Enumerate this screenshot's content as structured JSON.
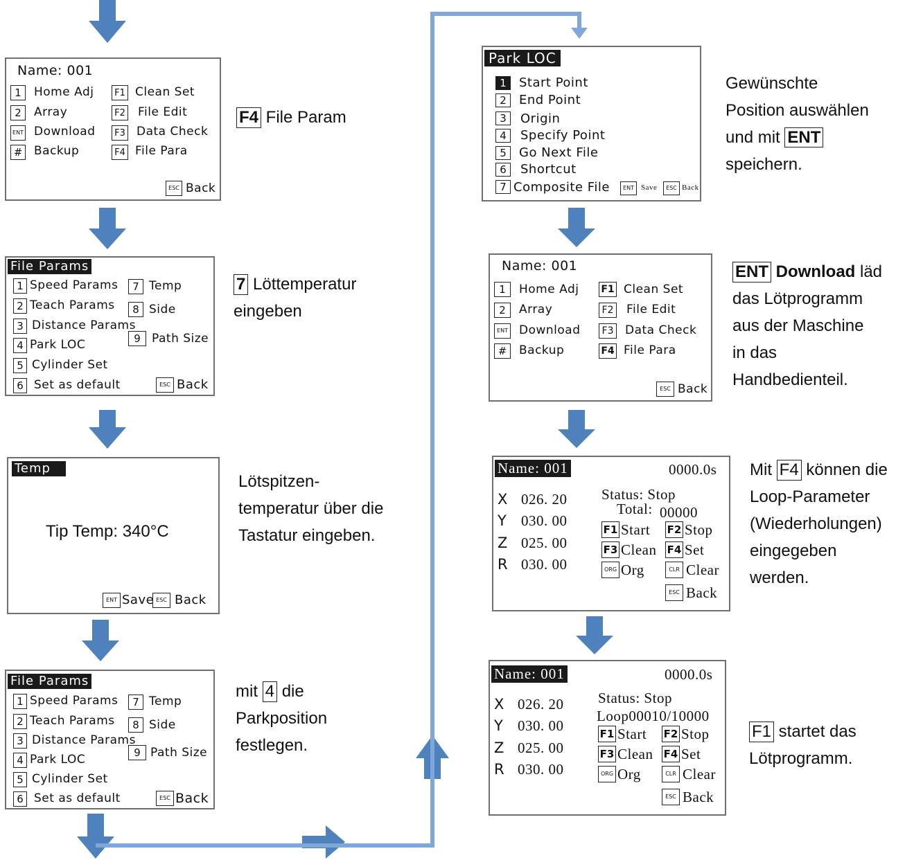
{
  "colors": {
    "arrow": "#4f81bd",
    "connector": "#7fa8d8",
    "screen_border": "#6f6f6f"
  },
  "main_menu": {
    "name": "Name: 001",
    "items": [
      {
        "key": "1",
        "label": "Home Adj"
      },
      {
        "key": "2",
        "label": "Array"
      },
      {
        "key": "ENT",
        "label": "Download"
      },
      {
        "key": "#",
        "label": "Backup"
      }
    ],
    "fkeys": [
      {
        "key": "F1",
        "label": "Clean Set"
      },
      {
        "key": "F2",
        "label": "File Edit"
      },
      {
        "key": "F3",
        "label": "Data Check"
      },
      {
        "key": "F4",
        "label": "File Para"
      }
    ],
    "esc_key": "ESC",
    "back_label": "Back"
  },
  "file_params": {
    "title": "File Params",
    "left": [
      {
        "key": "1",
        "label": "Speed Params"
      },
      {
        "key": "2",
        "label": "Teach Params"
      },
      {
        "key": "3",
        "label": "Distance Params"
      },
      {
        "key": "4",
        "label": "Park LOC"
      },
      {
        "key": "5",
        "label": "Cylinder Set"
      },
      {
        "key": "6",
        "label": "Set as default"
      }
    ],
    "right": [
      {
        "key": "7",
        "label": "Temp"
      },
      {
        "key": "8",
        "label": "Side"
      },
      {
        "key": "9",
        "label": "Path Size"
      }
    ],
    "esc_key": "ESC",
    "back_label": "Back"
  },
  "temp_screen": {
    "title": "Temp",
    "tip_temp": "Tip Temp: 340°C",
    "ent_key": "ENT",
    "save_label": "Save",
    "esc_key": "ESC",
    "back_label": "Back"
  },
  "park_loc": {
    "title": "Park LOC",
    "items": [
      {
        "key": "1",
        "label": "Start Point"
      },
      {
        "key": "2",
        "label": "End Point"
      },
      {
        "key": "3",
        "label": "Origin"
      },
      {
        "key": "4",
        "label": "Specify Point"
      },
      {
        "key": "5",
        "label": "Go Next File"
      },
      {
        "key": "6",
        "label": "Shortcut"
      },
      {
        "key": "7",
        "label": "Composite File"
      }
    ],
    "ent_key": "ENT",
    "save_label": "Save",
    "esc_key": "ESC",
    "back_label": "Back"
  },
  "run_screen_1": {
    "name": "Name: 001",
    "time": "0000.0s",
    "axes": [
      {
        "axis": "X",
        "value": "026. 20"
      },
      {
        "axis": "Y",
        "value": "030. 00"
      },
      {
        "axis": "Z",
        "value": "025. 00"
      },
      {
        "axis": "R",
        "value": "030. 00"
      }
    ],
    "status": "Status: Stop",
    "total_label": "Total:",
    "total_value": "00000",
    "buttons": [
      {
        "key": "F1",
        "label": "Start"
      },
      {
        "key": "F2",
        "label": "Stop"
      },
      {
        "key": "F3",
        "label": "Clean"
      },
      {
        "key": "F4",
        "label": "Set"
      },
      {
        "key": "ORG",
        "label": "Org"
      },
      {
        "key": "CLR",
        "label": "Clear"
      },
      {
        "key": "ESC",
        "label": "Back"
      }
    ]
  },
  "run_screen_2": {
    "name": "Name: 001",
    "time": "0000.0s",
    "axes": [
      {
        "axis": "X",
        "value": "026. 20"
      },
      {
        "axis": "Y",
        "value": "030. 00"
      },
      {
        "axis": "Z",
        "value": "025. 00"
      },
      {
        "axis": "R",
        "value": "030. 00"
      }
    ],
    "status": "Status: Stop",
    "loop": "Loop00010/10000",
    "buttons": [
      {
        "key": "F1",
        "label": "Start"
      },
      {
        "key": "F2",
        "label": "Stop"
      },
      {
        "key": "F3",
        "label": "Clean"
      },
      {
        "key": "F4",
        "label": "Set"
      },
      {
        "key": "ORG",
        "label": "Org"
      },
      {
        "key": "CLR",
        "label": "Clear"
      },
      {
        "key": "ESC",
        "label": "Back"
      }
    ]
  },
  "descriptions": {
    "d1_key": "F4",
    "d1_text": " File Param",
    "d2_key": "7",
    "d2_line1": " Löttemperatur",
    "d2_line2": "eingeben",
    "d3_line1": "Lötspitzen-",
    "d3_line2": "temperatur über die",
    "d3_line3": "Tastatur eingeben.",
    "d4_pre": "mit ",
    "d4_key": "4",
    "d4_post": " die",
    "d4_line2": "Parkposition",
    "d4_line3": "festlegen.",
    "d5_line1": "Gewünschte",
    "d5_line2": "Position auswählen",
    "d5_pre3": "und mit ",
    "d5_key": "ENT",
    "d5_line4": "speichern.",
    "d6_key": "ENT",
    "d6_bold": " Download",
    "d6_rest": " läd",
    "d6_line2": "das Lötprogramm",
    "d6_line3": "aus der Maschine",
    "d6_line4": "in das",
    "d6_line5": "Handbedienteil.",
    "d7_pre": "Mit ",
    "d7_key": "F4",
    "d7_post": " können die",
    "d7_line2": "Loop-Parameter",
    "d7_line3": "(Wiederholungen)",
    "d7_line4": "eingegeben",
    "d7_line5": "werden.",
    "d8_key": "F1",
    "d8_post": " startet das",
    "d8_line2": "Lötprogramm."
  }
}
